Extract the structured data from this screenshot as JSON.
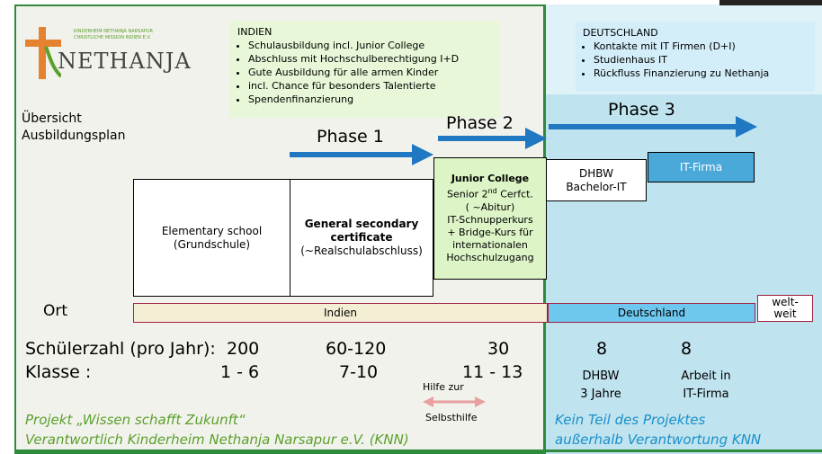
{
  "logo": {
    "small_line1": "KINDERHEIM NETHANJA NARSAPUR",
    "small_line2": "CHRISTLICHE MISSION INDIEN E.V.",
    "name": "NETHANJA"
  },
  "title": {
    "line1": "Übersicht",
    "line2": "Ausbildungsplan"
  },
  "india_callout": {
    "heading": "INDIEN",
    "items": [
      "Schulausbildung incl. Junior College",
      "Abschluss mit Hochschulberechtigung I+D",
      "Gute Ausbildung für alle armen Kinder",
      "incl. Chance für besonders Talentierte",
      "Spendenfinanzierung"
    ]
  },
  "de_callout": {
    "heading": "DEUTSCHLAND",
    "items": [
      "Kontakte mit IT Firmen (D+I)",
      "Studienhaus IT",
      "Rückfluss Finanzierung zu Nethanja"
    ]
  },
  "phases": {
    "p1": "Phase 1",
    "p2": "Phase 2",
    "p3": "Phase 3"
  },
  "boxes": {
    "elementary": {
      "l1": "Elementary school",
      "l2": "(Grundschule)"
    },
    "secondary": {
      "l1": "General secondary",
      "l2": "certificate",
      "l3": "(~Realschulabschluss)"
    },
    "junior": {
      "l1": "Junior College",
      "l2a": "Senior 2",
      "l2sup": "nd",
      "l2b": " Cerfct.",
      "l3": "( ~Abitur)",
      "l4": "IT-Schnupperkurs",
      "l5": "+ Bridge-Kurs für",
      "l6": "internationalen",
      "l7": "Hochschulzugang"
    },
    "dhbw": {
      "l1": "DHBW",
      "l2": "Bachelor-IT"
    },
    "itfirma": "IT-Firma"
  },
  "ort": {
    "label": "Ort",
    "indien": "Indien",
    "deutschland": "Deutschland",
    "welt1": "welt-",
    "welt2": "weit"
  },
  "schuelerzahl": {
    "label": "Schülerzahl (pro Jahr):",
    "v1": "200",
    "v2": "60-120",
    "v3": "30",
    "v4": "8",
    "v5": "8"
  },
  "klasse": {
    "label": "Klasse :",
    "v1": "1 - 6",
    "v2": "7-10",
    "v3": "11 - 13",
    "dhbw1": "DHBW",
    "dhbw2": "3 Jahre",
    "arbeit1": "Arbeit in",
    "arbeit2": "IT-Firma"
  },
  "hilfe": {
    "l1": "Hilfe zur",
    "l2": "Selbsthilfe"
  },
  "footer": {
    "green1": "Projekt „Wissen schafft Zukunft“",
    "green2": "Verantwortlich Kinderheim Nethanja  Narsapur e.V.   (KNN)",
    "blue1": "Kein Teil des Projektes",
    "blue2": "außerhalb  Verantwortung KNN"
  },
  "colors": {
    "arrow": "#1f78c1",
    "green": "#2e8b3a",
    "pink": "#e8a0a0"
  }
}
